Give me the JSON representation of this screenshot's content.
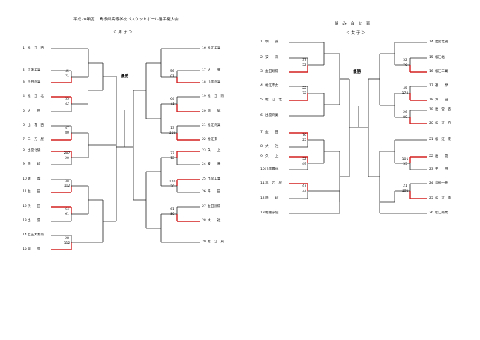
{
  "title_left": "平成28年度　 島根県高等学校バスケットボール選手権大会",
  "title_right": "組　み　合　せ　表",
  "boys_heading": "＜ 男 子 ＞",
  "girls_heading": "＜ 女 子 ＞",
  "boys_winner_label": "優勝",
  "girls_winner_label": "優勝",
  "boys_left": [
    {
      "num": "1",
      "name": "松　江　西"
    },
    {
      "num": "2",
      "name": "江津工業"
    },
    {
      "num": "3",
      "name": "浜田商業"
    },
    {
      "num": "4",
      "name": "松　江　北"
    },
    {
      "num": "5",
      "name": "大　　田"
    },
    {
      "num": "6",
      "name": "出　雲　西"
    },
    {
      "num": "7",
      "name": "三　刀　屋"
    },
    {
      "num": "8",
      "name": "出雲北陵"
    },
    {
      "num": "9",
      "name": "隠　　岐"
    },
    {
      "num": "10",
      "name": "邇　　摩"
    },
    {
      "num": "11",
      "name": "益　　田"
    },
    {
      "num": "12",
      "name": "浜　　田"
    },
    {
      "num": "13",
      "name": "出　　雲"
    },
    {
      "num": "14",
      "name": "立正大淞南"
    },
    {
      "num": "15",
      "name": "開　　星"
    }
  ],
  "boys_right": [
    {
      "num": "16",
      "name": "松江工業"
    },
    {
      "num": "17",
      "name": "大　　東"
    },
    {
      "num": "18",
      "name": "出雲商業"
    },
    {
      "num": "19",
      "name": "松　江　南"
    },
    {
      "num": "20",
      "name": "明　　誠"
    },
    {
      "num": "21",
      "name": "松江商業"
    },
    {
      "num": "22",
      "name": "松江東"
    },
    {
      "num": "23",
      "name": "矢　　上"
    },
    {
      "num": "24",
      "name": "安　　来"
    },
    {
      "num": "25",
      "name": "出雲工業"
    },
    {
      "num": "26",
      "name": "平　　田"
    },
    {
      "num": "27",
      "name": "益田翔陽"
    },
    {
      "num": "28",
      "name": "大　　社"
    },
    {
      "num": "29",
      "name": "松　江　東"
    }
  ],
  "girls_left": [
    {
      "num": "1",
      "name": "明　　誠"
    },
    {
      "num": "2",
      "name": "安　　来"
    },
    {
      "num": "3",
      "name": "益田翔陽"
    },
    {
      "num": "4",
      "name": "松江市女"
    },
    {
      "num": "5",
      "name": "松　江　北"
    },
    {
      "num": "6",
      "name": "出雲商業"
    },
    {
      "num": "7",
      "name": "益　　田"
    },
    {
      "num": "8",
      "name": "大　　社"
    },
    {
      "num": "9",
      "name": "矢　　上"
    },
    {
      "num": "10",
      "name": "出雲農林"
    },
    {
      "num": "11",
      "name": "三　刀　屋"
    },
    {
      "num": "12",
      "name": "隠　　岐"
    },
    {
      "num": "13",
      "name": "松徳学院"
    }
  ],
  "girls_right": [
    {
      "num": "14",
      "name": "出雲北陵"
    },
    {
      "num": "15",
      "name": "松江北"
    },
    {
      "num": "16",
      "name": "松江工業"
    },
    {
      "num": "17",
      "name": "邇　　摩"
    },
    {
      "num": "18",
      "name": "浜　　田"
    },
    {
      "num": "19",
      "name": "出　雲　西"
    },
    {
      "num": "20",
      "name": "松　江　西"
    },
    {
      "num": "21",
      "name": "松　江　東"
    },
    {
      "num": "22",
      "name": "出　　雲"
    },
    {
      "num": "23",
      "name": "平　　田"
    },
    {
      "num": "24",
      "name": "島根中央"
    },
    {
      "num": "25",
      "name": "松　江　南"
    },
    {
      "num": "26",
      "name": "松江商業"
    }
  ],
  "scores_boys_left": [
    {
      "a": "45",
      "b": "71"
    },
    {
      "a": "55",
      "b": "42"
    },
    {
      "a": "47",
      "b": "80"
    },
    {
      "a": "207",
      "b": "20"
    },
    {
      "a": "38",
      "b": "112"
    },
    {
      "a": "64",
      "b": "61"
    },
    {
      "a": "28",
      "b": "112"
    }
  ],
  "scores_boys_right": [
    {
      "a": "56",
      "b": "81"
    },
    {
      "a": "64",
      "b": "71"
    },
    {
      "a": "13",
      "b": "116"
    },
    {
      "a": "77",
      "b": "12"
    },
    {
      "a": "120",
      "b": "30"
    },
    {
      "a": "61",
      "b": "80"
    }
  ],
  "scores_girls_left": [
    {
      "a": "37",
      "b": "52"
    },
    {
      "a": "22",
      "b": "72"
    },
    {
      "a": "76",
      "b": "25"
    },
    {
      "a": "52",
      "b": "49"
    },
    {
      "a": "47",
      "b": "33"
    }
  ],
  "scores_girls_right": [
    {
      "a": "52",
      "b": "76"
    },
    {
      "a": "45",
      "b": "170"
    },
    {
      "a": "26",
      "b": "89"
    },
    {
      "a": "101",
      "b": "35"
    },
    {
      "a": "21",
      "b": "106"
    }
  ]
}
